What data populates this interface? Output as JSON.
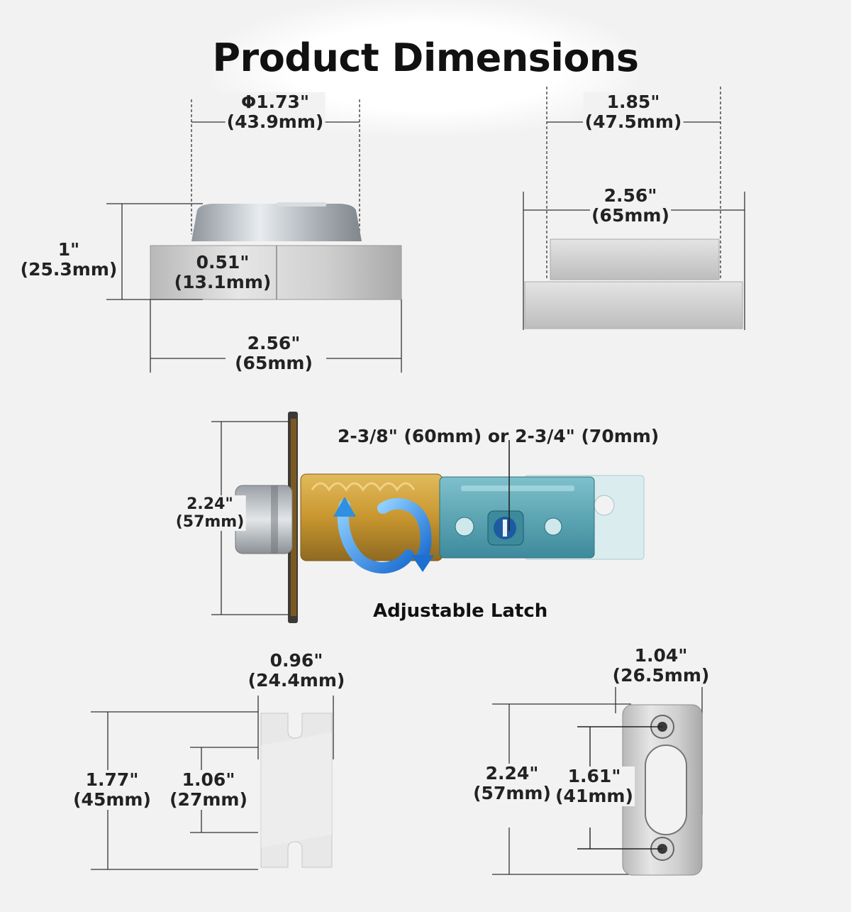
{
  "title": "Product Dimensions",
  "thumbturn_side": {
    "diameter": {
      "inch": "Φ1.73\"",
      "mm": "(43.9mm)"
    },
    "height_total": {
      "inch": "1\"",
      "mm": "(25.3mm)"
    },
    "height_base": {
      "inch": "0.51\"",
      "mm": "(13.1mm)"
    },
    "width": {
      "inch": "2.56\"",
      "mm": "(65mm)"
    }
  },
  "top_view": {
    "inner_width": {
      "inch": "1.85\"",
      "mm": "(47.5mm)"
    },
    "outer_width": {
      "inch": "2.56\"",
      "mm": "(65mm)"
    }
  },
  "latch": {
    "backset": "2-3/8\" (60mm) or 2-3/4\" (70mm)",
    "height": {
      "inch": "2.24\"",
      "mm": "(57mm)"
    },
    "label": "Adjustable Latch"
  },
  "template": {
    "width": {
      "inch": "0.96\"",
      "mm": "(24.4mm)"
    },
    "height": {
      "inch": "1.77\"",
      "mm": "(45mm)"
    },
    "inner_height": {
      "inch": "1.06\"",
      "mm": "(27mm)"
    }
  },
  "strike_plate": {
    "width": {
      "inch": "1.04\"",
      "mm": "(26.5mm)"
    },
    "height": {
      "inch": "2.24\"",
      "mm": "(57mm)"
    },
    "hole_spacing": {
      "inch": "1.61\"",
      "mm": "(41mm)"
    }
  },
  "colors": {
    "steel": "#c9c9c9",
    "brass": "#c89a3a",
    "latch_blue": "#5fa9b8",
    "arrow_blue": "#2f8fe0"
  }
}
